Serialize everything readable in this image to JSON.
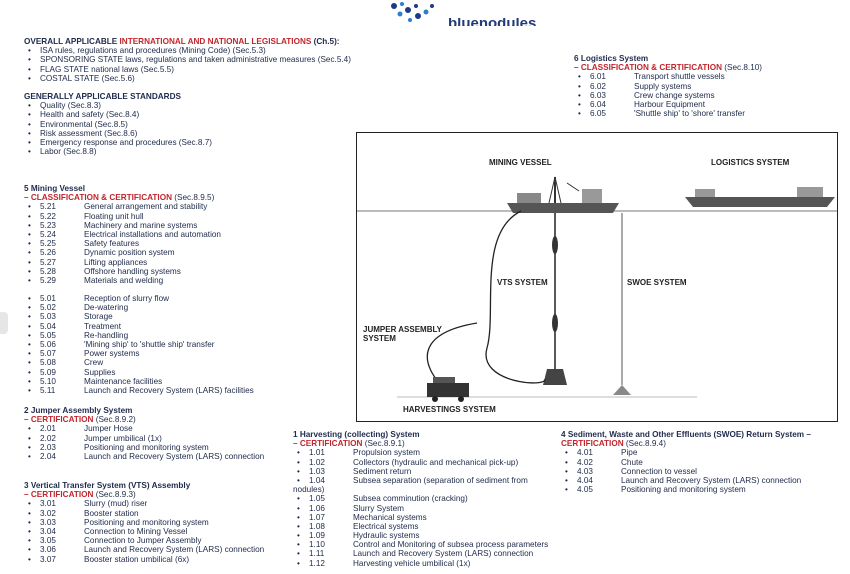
{
  "logo": {
    "text": "bluenodules"
  },
  "legislation": {
    "heading_a": "OVERALL APPLICABLE ",
    "heading_b": "INTERNATIONAL AND NATIONAL LEGISLATIONS",
    "heading_c": " (Ch.5):",
    "items": [
      "ISA rules, regulations and procedures (Mining Code) (Sec.5.3)",
      "SPONSORING STATE laws, regulations and taken administrative measures (Sec.5.4)",
      "FLAG STATE national laws (Sec.5.5)",
      "COSTAL STATE (Sec.5.6)"
    ]
  },
  "standards": {
    "heading": "GENERALLY APPLICABLE STANDARDS",
    "items": [
      "Quality (Sec.8.3)",
      "Health and safety (Sec.8.4)",
      "Environmental (Sec.8.5)",
      "Risk assessment (Sec.8.6)",
      "Emergency response and procedures (Sec.8.7)",
      "Labor (Sec.8.8)"
    ]
  },
  "mining_vessel": {
    "heading": "5 Mining Vessel",
    "cert": "– CLASSIFICATION & CERTIFICATION",
    "sec": " (Sec.8.9.5)",
    "group1": [
      {
        "num": "5.21",
        "text": "General arrangement and stability"
      },
      {
        "num": "5.22",
        "text": "Floating unit hull"
      },
      {
        "num": "5.23",
        "text": "Machinery and marine systems"
      },
      {
        "num": "5.24",
        "text": "Electrical installations and automation"
      },
      {
        "num": "5.25",
        "text": "Safety features"
      },
      {
        "num": "5.26",
        "text": "Dynamic position system"
      },
      {
        "num": "5.27",
        "text": "Lifting appliances"
      },
      {
        "num": "5.28",
        "text": "Offshore handling systems"
      },
      {
        "num": "5.29",
        "text": "Materials and welding"
      }
    ],
    "group2": [
      {
        "num": "5.01",
        "text": "Reception of slurry flow"
      },
      {
        "num": "5.02",
        "text": "De-watering"
      },
      {
        "num": "5.03",
        "text": "Storage"
      },
      {
        "num": "5.04",
        "text": "Treatment"
      },
      {
        "num": "5.05",
        "text": "Re-handling"
      },
      {
        "num": "5.06",
        "text": "'Mining ship' to 'shuttle ship' transfer"
      },
      {
        "num": "5.07",
        "text": "Power systems"
      },
      {
        "num": "5.08",
        "text": "Crew"
      },
      {
        "num": "5.09",
        "text": "Supplies"
      },
      {
        "num": "5.10",
        "text": "Maintenance facilities"
      },
      {
        "num": "5.11",
        "text": "Launch and Recovery System (LARS) facilities"
      }
    ]
  },
  "jumper": {
    "heading": "2 Jumper Assembly  System",
    "cert": "– CERTIFICATION",
    "sec": " (Sec.8.9.2)",
    "items": [
      {
        "num": "2.01",
        "text": "Jumper Hose"
      },
      {
        "num": "2.02",
        "text": "Jumper umbilical (1x)"
      },
      {
        "num": "2.03",
        "text": "Positioning and monitoring system"
      },
      {
        "num": "2.04",
        "text": "Launch and Recovery System (LARS) connection"
      }
    ]
  },
  "vts": {
    "heading": "3 Vertical Transfer System (VTS) Assembly",
    "cert": "– CERTIFICATION",
    "sec": " (Sec.8.9.3)",
    "items": [
      {
        "num": "3.01",
        "text": "Slurry (mud) riser"
      },
      {
        "num": "3.02",
        "text": "Booster station"
      },
      {
        "num": "3.03",
        "text": "Positioning and monitoring system"
      },
      {
        "num": "3.04",
        "text": "Connection to Mining Vessel"
      },
      {
        "num": "3.05",
        "text": "Connection to Jumper Assembly"
      },
      {
        "num": "3.06",
        "text": "Launch and Recovery System (LARS) connection"
      },
      {
        "num": "3.07",
        "text": "Booster station umbilical (6x)"
      }
    ]
  },
  "logistics": {
    "heading": "6 Logistics System",
    "cert": "– CLASSIFICATION & CERTIFICATION",
    "sec": " (Sec.8.10)",
    "items": [
      {
        "num": "6.01",
        "text": "Transport shuttle vessels"
      },
      {
        "num": "6.02",
        "text": "Supply systems"
      },
      {
        "num": "6.03",
        "text": "Crew change systems"
      },
      {
        "num": "6.04",
        "text": "Harbour Equipment"
      },
      {
        "num": "6.05",
        "text": "'Shuttle ship' to 'shore' transfer"
      }
    ]
  },
  "harvesting": {
    "heading": "1 Harvesting (collecting) System",
    "cert": "– CERTIFICATION",
    "sec": " (Sec.8.9.1)",
    "items": [
      {
        "num": "1.01",
        "text": "Propulsion system"
      },
      {
        "num": "1.02",
        "text": "Collectors (hydraulic and mechanical pick-up)"
      },
      {
        "num": "1.03",
        "text": "Sediment return"
      },
      {
        "num": "1.04",
        "text": "Subsea separation (separation of sediment from"
      },
      {
        "num": "1.05",
        "text": "Subsea comminution (cracking)"
      },
      {
        "num": "1.06",
        "text": "Slurry System"
      },
      {
        "num": "1.07",
        "text": "Mechanical systems"
      },
      {
        "num": "1.08",
        "text": "Electrical systems"
      },
      {
        "num": "1.09",
        "text": "Hydraulic systems"
      },
      {
        "num": "1.10",
        "text": "Control and Monitoring  of subsea process parameters"
      },
      {
        "num": "1.11",
        "text": "Launch and Recovery System (LARS) connection"
      },
      {
        "num": "1.12",
        "text": "Harvesting vehicle umbilical (1x)"
      }
    ],
    "wrap": "nodules)"
  },
  "swoe": {
    "heading": "4 Sediment, Waste and Other Effluents (SWOE) Return System –",
    "cert": "CERTIFICATION",
    "sec": " (Sec.8.9.4)",
    "items": [
      {
        "num": "4.01",
        "text": "Pipe"
      },
      {
        "num": "4.02",
        "text": "Chute"
      },
      {
        "num": "4.03",
        "text": "Connection to vessel"
      },
      {
        "num": "4.04",
        "text": "Launch and Recovery System (LARS) connection"
      },
      {
        "num": "4.05",
        "text": "Positioning and monitoring system"
      }
    ]
  },
  "diagram": {
    "mining_vessel": "MINING VESSEL",
    "logistics_system": "LOGISTICS SYSTEM",
    "vts_system": "VTS SYSTEM",
    "swoe_system": "SWOE SYSTEM",
    "jumper_line1": "JUMPER ASSEMBLY",
    "jumper_line2": "SYSTEM",
    "harvesting_system": "HARVESTINGS SYSTEM"
  }
}
